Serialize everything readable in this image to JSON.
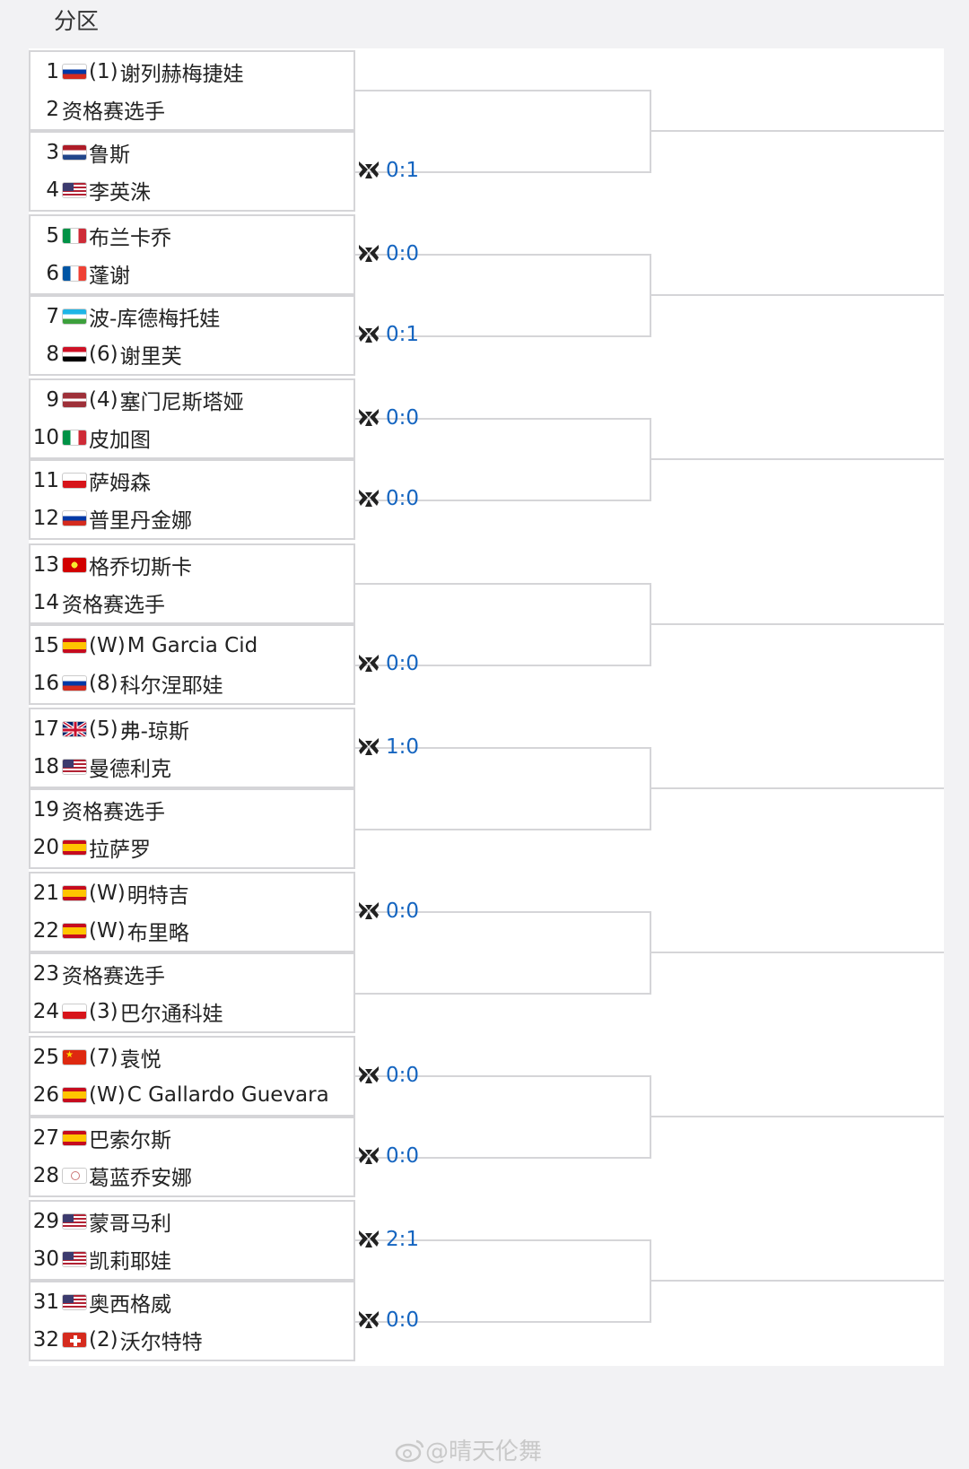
{
  "header": {
    "title": "分区"
  },
  "players": [
    {
      "num": "1",
      "flag": "rus",
      "seed": "(1)",
      "name": "谢列赫梅捷娃"
    },
    {
      "num": "2",
      "flag": "",
      "seed": "",
      "name": "资格赛选手"
    },
    {
      "num": "3",
      "flag": "ned",
      "seed": "",
      "name": "鲁斯"
    },
    {
      "num": "4",
      "flag": "usa",
      "seed": "",
      "name": "李英洙"
    },
    {
      "num": "5",
      "flag": "ita",
      "seed": "",
      "name": "布兰卡乔"
    },
    {
      "num": "6",
      "flag": "fra",
      "seed": "",
      "name": "蓬谢"
    },
    {
      "num": "7",
      "flag": "uzb",
      "seed": "",
      "name": "波-库德梅托娃"
    },
    {
      "num": "8",
      "flag": "egy",
      "seed": "(6)",
      "name": "谢里芙"
    },
    {
      "num": "9",
      "flag": "lat",
      "seed": "(4)",
      "name": "塞门尼斯塔娅"
    },
    {
      "num": "10",
      "flag": "ita",
      "seed": "",
      "name": "皮加图"
    },
    {
      "num": "11",
      "flag": "cze",
      "seed": "",
      "name": "萨姆森"
    },
    {
      "num": "12",
      "flag": "rus",
      "seed": "",
      "name": "普里丹金娜"
    },
    {
      "num": "13",
      "flag": "mkd",
      "seed": "",
      "name": "格乔切斯卡"
    },
    {
      "num": "14",
      "flag": "",
      "seed": "",
      "name": "资格赛选手"
    },
    {
      "num": "15",
      "flag": "esp",
      "seed": "(W)",
      "name": "M Garcia Cid"
    },
    {
      "num": "16",
      "flag": "rus",
      "seed": "(8)",
      "name": "科尔涅耶娃"
    },
    {
      "num": "17",
      "flag": "gbr",
      "seed": "(5)",
      "name": "弗-琼斯"
    },
    {
      "num": "18",
      "flag": "usa",
      "seed": "",
      "name": "曼德利克"
    },
    {
      "num": "19",
      "flag": "",
      "seed": "",
      "name": "资格赛选手"
    },
    {
      "num": "20",
      "flag": "esp",
      "seed": "",
      "name": "拉萨罗"
    },
    {
      "num": "21",
      "flag": "esp",
      "seed": "(W)",
      "name": "明特吉"
    },
    {
      "num": "22",
      "flag": "esp",
      "seed": "(W)",
      "name": "布里略"
    },
    {
      "num": "23",
      "flag": "",
      "seed": "",
      "name": "资格赛选手"
    },
    {
      "num": "24",
      "flag": "cze",
      "seed": "(3)",
      "name": "巴尔通科娃"
    },
    {
      "num": "25",
      "flag": "chn",
      "seed": "(7)",
      "name": "袁悦"
    },
    {
      "num": "26",
      "flag": "esp",
      "seed": "(W)",
      "name": "C Gallardo Guevara"
    },
    {
      "num": "27",
      "flag": "esp",
      "seed": "",
      "name": "巴索尔斯"
    },
    {
      "num": "28",
      "flag": "tpe",
      "seed": "",
      "name": "葛蓝乔安娜"
    },
    {
      "num": "29",
      "flag": "usa",
      "seed": "",
      "name": "蒙哥马利"
    },
    {
      "num": "30",
      "flag": "usa",
      "seed": "",
      "name": "凯莉耶娃"
    },
    {
      "num": "31",
      "flag": "usa",
      "seed": "",
      "name": "奥西格威"
    },
    {
      "num": "32",
      "flag": "sui",
      "seed": "(2)",
      "name": "沃尔特特"
    }
  ],
  "h2h": [
    {
      "match": 2,
      "score": "0:1"
    },
    {
      "match": 3,
      "score": "0:0"
    },
    {
      "match": 4,
      "score": "0:1"
    },
    {
      "match": 5,
      "score": "0:0"
    },
    {
      "match": 6,
      "score": "0:0"
    },
    {
      "match": 8,
      "score": "0:0"
    },
    {
      "match": 9,
      "score": "1:0"
    },
    {
      "match": 11,
      "score": "0:0"
    },
    {
      "match": 13,
      "score": "0:0"
    },
    {
      "match": 14,
      "score": "0:0"
    },
    {
      "match": 15,
      "score": "2:1"
    },
    {
      "match": 16,
      "score": "0:0"
    }
  ],
  "watermark": "@晴天伦舞",
  "colors": {
    "score": "#1565c0",
    "line": "#d5d5d8"
  }
}
